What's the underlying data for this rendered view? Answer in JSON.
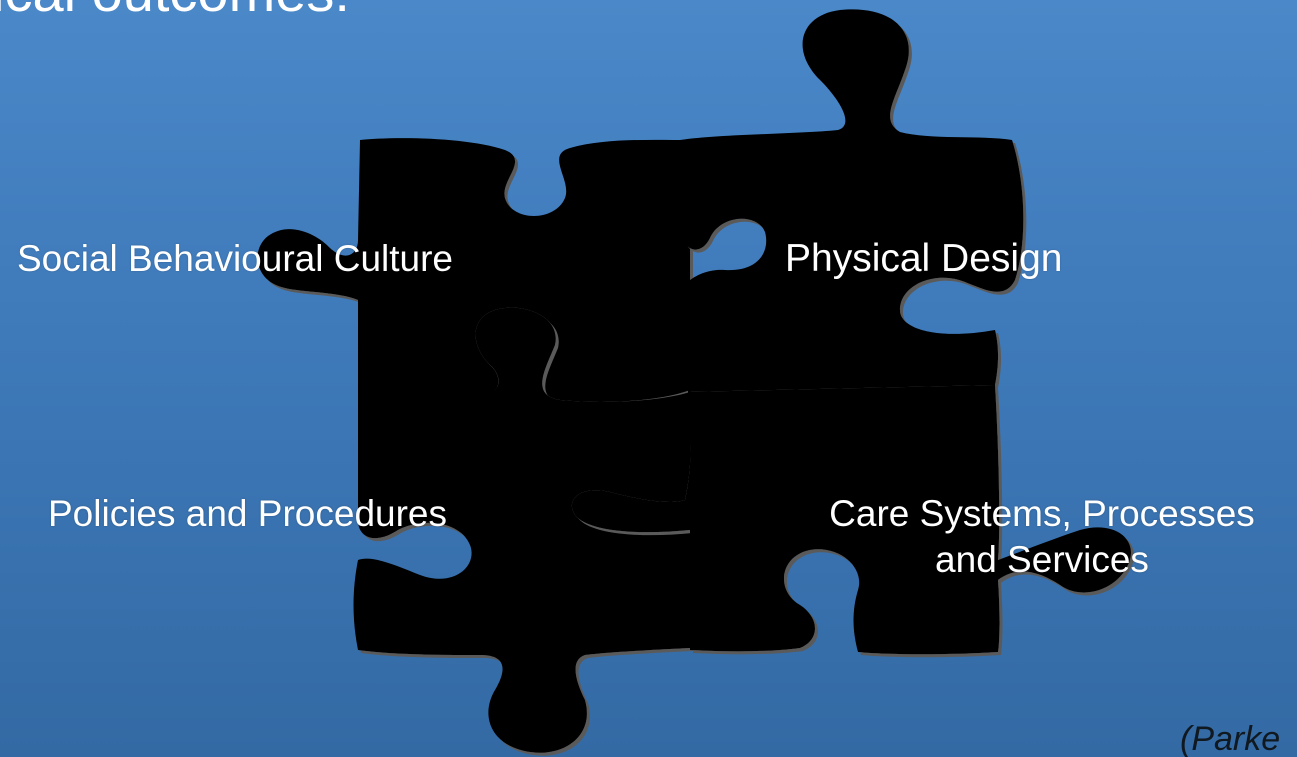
{
  "slide": {
    "title_fragment": "ical outcomes:",
    "citation": "(Parke"
  },
  "pieces": {
    "social": "Social Behavioural Culture",
    "physical": "Physical Design",
    "policies": "Policies and Procedures",
    "care_line1": "Care Systems, Processes",
    "care_line2": "and Services"
  },
  "colors": {
    "background_top": "#4a88c9",
    "background_bottom": "#336aa4",
    "piece_fill": "#000000",
    "piece_edge": "#5a5a5a",
    "label_text": "#ffffff"
  }
}
